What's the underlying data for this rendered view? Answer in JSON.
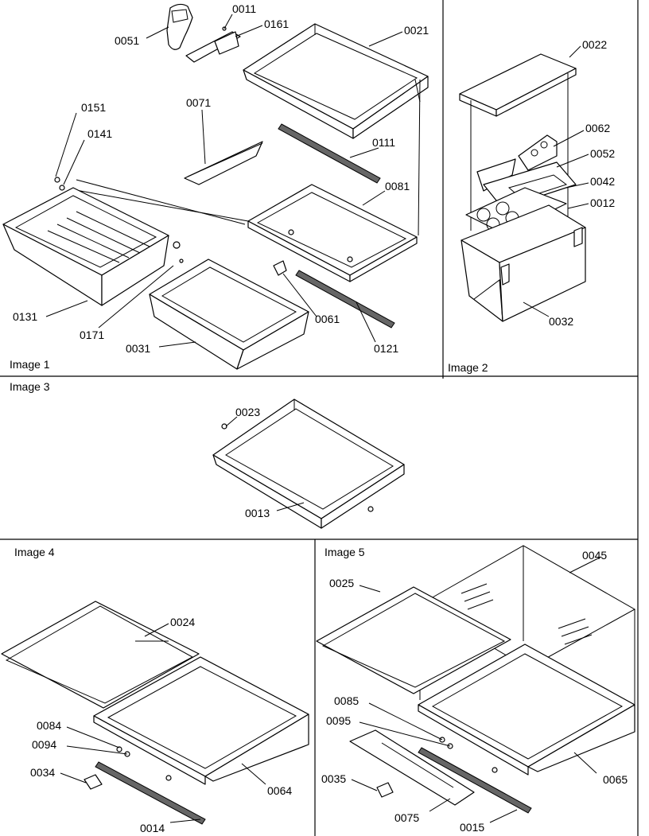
{
  "panels": {
    "image1": "Image 1",
    "image2": "Image 2",
    "image3": "Image 3",
    "image4": "Image 4",
    "image5": "Image 5"
  },
  "callouts": {
    "c0051": "0051",
    "c0011": "0011",
    "c0161": "0161",
    "c0021": "0021",
    "c0151": "0151",
    "c0141": "0141",
    "c0071": "0071",
    "c0111": "0111",
    "c0081": "0081",
    "c0131": "0131",
    "c0171": "0171",
    "c0031": "0031",
    "c0061": "0061",
    "c0121": "0121",
    "c0022": "0022",
    "c0062": "0062",
    "c0052": "0052",
    "c0042": "0042",
    "c0012": "0012",
    "c0032": "0032",
    "c0023": "0023",
    "c0013": "0013",
    "c0024": "0024",
    "c0084": "0084",
    "c0094": "0094",
    "c0034": "0034",
    "c0064": "0064",
    "c0014": "0014",
    "c0045": "0045",
    "c0025": "0025",
    "c0085": "0085",
    "c0095": "0095",
    "c0035": "0035",
    "c0075": "0075",
    "c0015": "0015",
    "c0065": "0065"
  }
}
